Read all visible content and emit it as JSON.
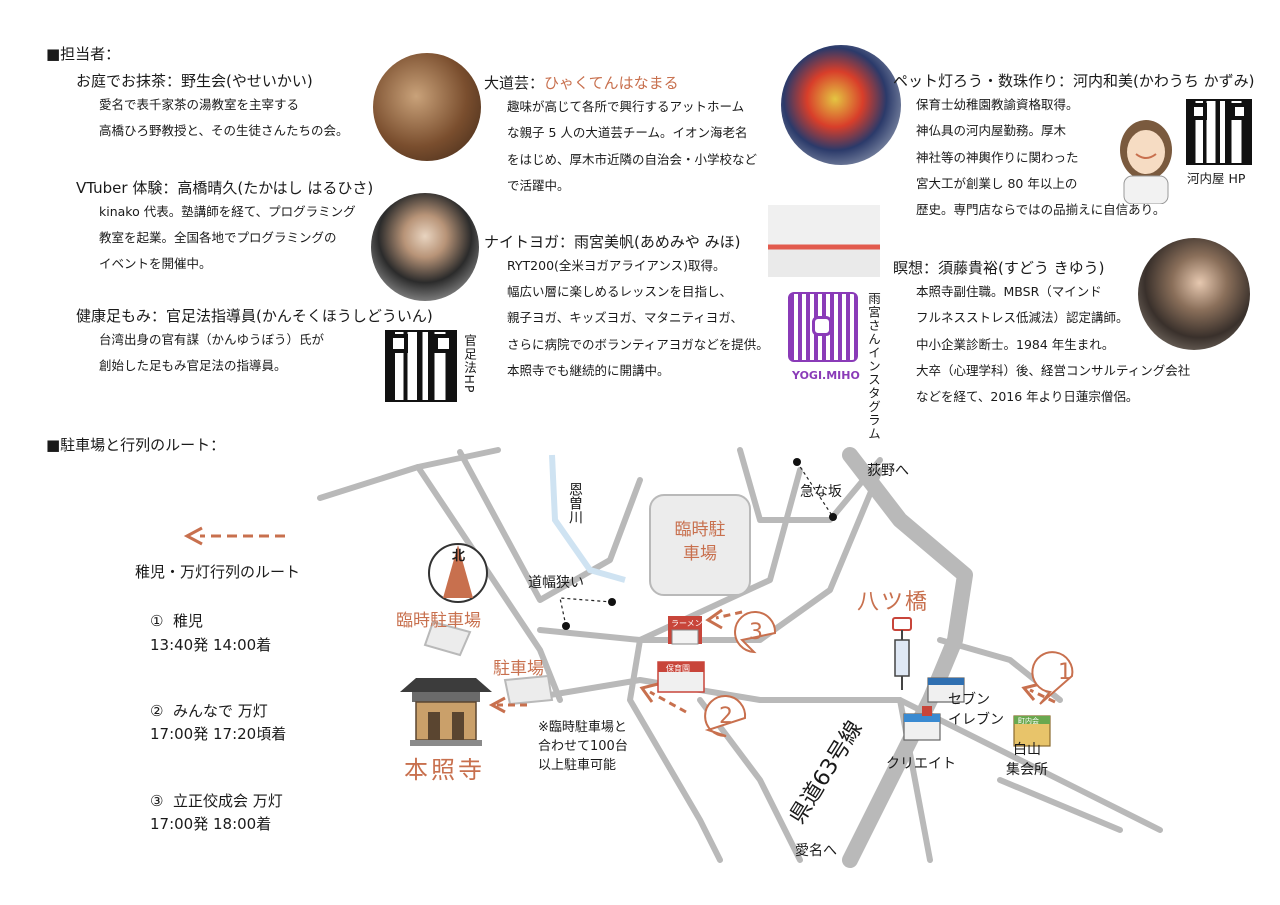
{
  "staff_section": {
    "heading": "■担当者：",
    "matcha": {
      "title": "お庭でお抹茶：野生会(やせいかい)",
      "lines": [
        "愛名で表千家茶の湯教室を主宰する",
        "高橋ひろ野教授と、その生徒さんたちの会。"
      ]
    },
    "vtuber": {
      "title": "VTuber 体験：高橋晴久(たかはし はるひさ)",
      "lines": [
        "kinako 代表。塾講師を経て、プログラミング",
        "教室を起業。全国各地でプログラミングの",
        "イベントを開催中。"
      ]
    },
    "foot": {
      "title": "健康足もみ：官足法指導員(かんそくほうしどういん)",
      "lines": [
        "台湾出身の官有謀（かんゆうぼう）氏が",
        "創始した足もみ官足法の指導員。"
      ],
      "qr_label": "官足法HP"
    },
    "street": {
      "title_prefix": "大道芸：",
      "title_name": "ひゃくてんはなまる",
      "lines": [
        "趣味が高じて各所で興行するアットホーム",
        "な親子 5 人の大道芸チーム。イオン海老名",
        "をはじめ、厚木市近隣の自治会・小学校など",
        "で活躍中。"
      ]
    },
    "yoga": {
      "title": "ナイトヨガ：雨宮美帆(あめみや みほ)",
      "lines": [
        "RYT200(全米ヨガアライアンス)取得。",
        "幅広い層に楽しめるレッスンを目指し、",
        "親子ヨガ、キッズヨガ、マタニティヨガ、",
        "さらに病院でのボランティアヨガなどを提供。",
        "本照寺でも継続的に開講中。"
      ],
      "insta_handle": "YOGI.MIHO",
      "insta_label": "雨宮さんインスタグラム"
    },
    "lantern": {
      "title": "ペット灯ろう・数珠作り：河内和美(かわうち かずみ)",
      "lines": [
        "保育士幼稚園教諭資格取得。",
        "神仏具の河内屋勤務。厚木",
        "神社等の神輿作りに関わった",
        "宮大工が創業し 80 年以上の",
        "歴史。専門店ならではの品揃えに自信あり。"
      ],
      "qr_label": "河内屋 HP"
    },
    "meditation": {
      "title": "瞑想：須藤貴裕(すどう きゆう)",
      "lines": [
        "本照寺副住職。MBSR（マインド",
        "フルネスストレス低減法）認定講師。",
        "中小企業診断士。1984 年生まれ。",
        "大卒（心理学科）後、経営コンサルティング会社",
        "などを経て、2016 年より日蓮宗僧侶。"
      ]
    }
  },
  "map_section": {
    "heading": "■駐車場と行列のルート：",
    "legend": {
      "route_label": "稚児・万灯行列のルート",
      "items": [
        {
          "num": "①",
          "name": "稚児",
          "time": "13:40発  14:00着"
        },
        {
          "num": "②",
          "name": "みんなで 万灯",
          "time": "17:00発  17:20頃着"
        },
        {
          "num": "③",
          "name": "立正佼成会 万灯",
          "time": "17:00発  18:00着"
        }
      ]
    },
    "north": "北",
    "labels": {
      "temp_parking_left": "臨時駐車場",
      "parking": "駐車場",
      "temple": "本照寺",
      "river": "恩曽川",
      "narrow": "道幅狭い",
      "temp_parking_top": "臨時駐車場",
      "steep": "急な坂",
      "ogino": "荻野へ",
      "yatsuhashi": "八ツ橋",
      "seven": "セブン\nイレブン",
      "creito": "クリエイト",
      "hakusan": "白山\n集会所",
      "route63": "県道63号線",
      "aina": "愛名へ",
      "note": "※臨時駐車場と\n合わせて100台\n以上駐車可能",
      "ramen_sign": "ラーメン",
      "hoikuen_sign": "保育園",
      "kominkan_sign": "町内会",
      "route1": "1",
      "route2": "2",
      "route3": "3"
    },
    "colors": {
      "accent": "#c8704e",
      "road": "#b9b9b9",
      "lot": "#ececec"
    }
  }
}
